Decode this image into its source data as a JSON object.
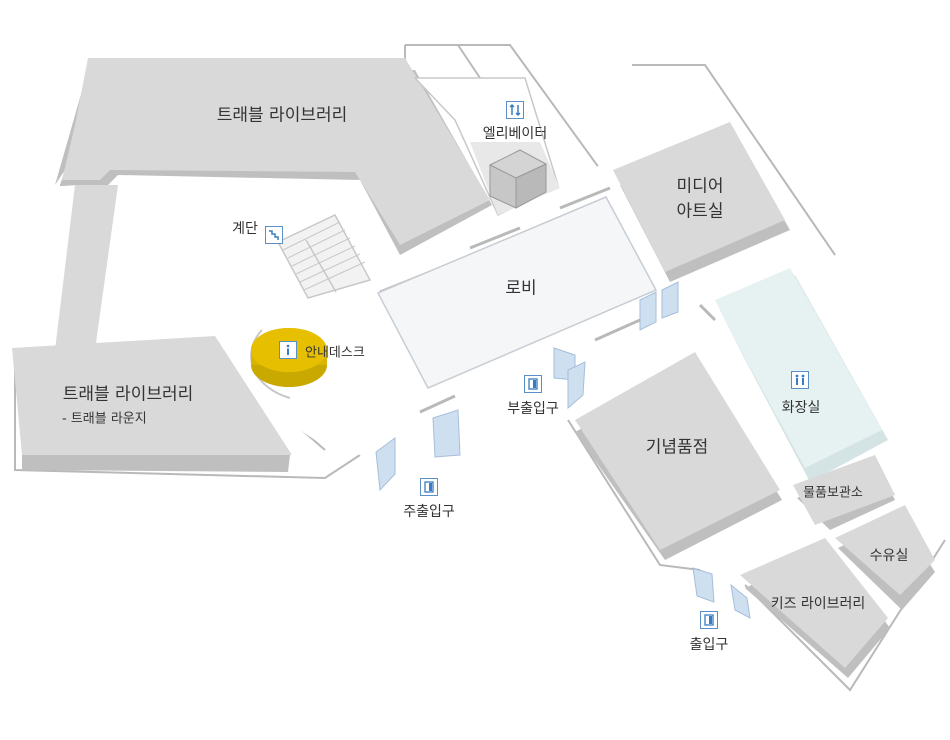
{
  "rooms": {
    "travel_library_top": "트래블 라이브러리",
    "travel_library_left": "트래블 라이브러리",
    "travel_lounge": "- 트래블 라운지",
    "elevator": "엘리베이터",
    "stairs": "계단",
    "media_art_line1": "미디어",
    "media_art_line2": "아트실",
    "lobby": "로비",
    "info_desk": "안내데스크",
    "restroom": "화장실",
    "souvenir_shop": "기념품점",
    "locker": "물품보관소",
    "nursing_room": "수유실",
    "kids_library": "키즈 라이브러리"
  },
  "entrances": {
    "main": "주출입구",
    "side": "부출입구",
    "exit": "출입구"
  },
  "icons": {
    "elevator": "elevator-icon",
    "stairs": "stairs-icon",
    "info": "info-icon",
    "restroom": "restroom-icon",
    "door": "door-icon"
  },
  "colors": {
    "room_fill": "#d9d9d9",
    "room_shadow": "#bfbfbf",
    "outline": "#b9b9b9",
    "lobby_fill": "#f4f6f8",
    "restroom_fill": "#e6f2f2",
    "info_desk": "#e6c000",
    "door_glass": "#c9dcef",
    "icon_blue": "#3a7cc4"
  }
}
